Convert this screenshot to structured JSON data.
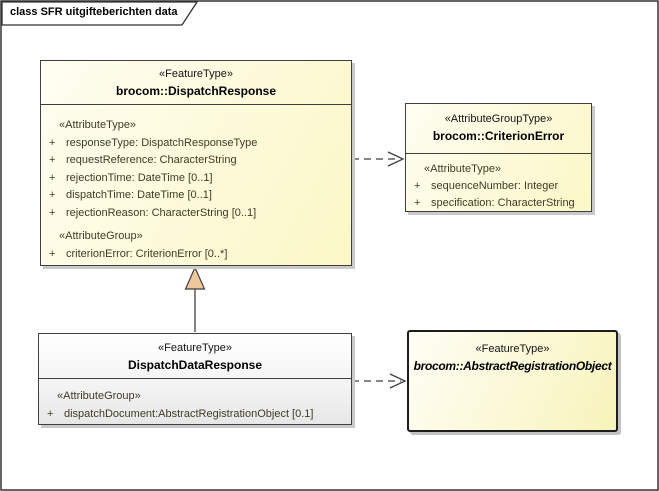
{
  "frame": {
    "title": "class SFR uitgifteberichten data"
  },
  "boxes": {
    "dispatchResponse": {
      "stereotype": "«FeatureType»",
      "name": "brocom::DispatchResponse",
      "attrTypeHeader": "«AttributeType»",
      "attrs": [
        {
          "vis": "+",
          "text": "responseType: DispatchResponseType"
        },
        {
          "vis": "+",
          "text": "requestReference: CharacterString"
        },
        {
          "vis": "+",
          "text": "rejectionTime: DateTime [0..1]"
        },
        {
          "vis": "+",
          "text": "dispatchTime: DateTime [0..1]"
        },
        {
          "vis": "+",
          "text": "rejectionReason: CharacterString [0..1]"
        }
      ],
      "groupHeader": "«AttributeGroup»",
      "groupAttrs": [
        {
          "vis": "+",
          "text": "criterionError: CriterionError [0..*]"
        }
      ]
    },
    "criterionError": {
      "stereotype": "«AttributeGroupType»",
      "name": "brocom::CriterionError",
      "attrTypeHeader": "«AttributeType»",
      "attrs": [
        {
          "vis": "+",
          "text": "sequenceNumber: Integer"
        },
        {
          "vis": "+",
          "text": "specification: CharacterString"
        }
      ]
    },
    "dispatchDataResponse": {
      "stereotype": "«FeatureType»",
      "name": "DispatchDataResponse",
      "groupHeader": "«AttributeGroup»",
      "groupAttrs": [
        {
          "vis": "+",
          "text": "dispatchDocument:AbstractRegistrationObject [0.1]"
        }
      ]
    },
    "abstractRegistrationObject": {
      "stereotype": "«FeatureType»",
      "name": "brocom::AbstractRegistrationObject"
    }
  },
  "connectors": {
    "generalization": {
      "type": "generalization",
      "from": "DispatchDataResponse",
      "to": "brocom::DispatchResponse"
    },
    "dependency1": {
      "type": "dependency-dashed",
      "from": "brocom::DispatchResponse",
      "to": "brocom::CriterionError"
    },
    "dependency2": {
      "type": "dependency-dashed",
      "from": "DispatchDataResponse",
      "to": "brocom::AbstractRegistrationObject"
    }
  },
  "colors": {
    "box_fill_yellow": "#fbf7c6",
    "box_fill_gray": "#ededed",
    "box_border": "#3f3f3f",
    "bold_border": "#1d1d1d",
    "shadow": "#c9c9c9",
    "attr_text": "#3e3c26",
    "generalization_arrow_fill": "#ecc89c",
    "frame_border": "#333333"
  }
}
